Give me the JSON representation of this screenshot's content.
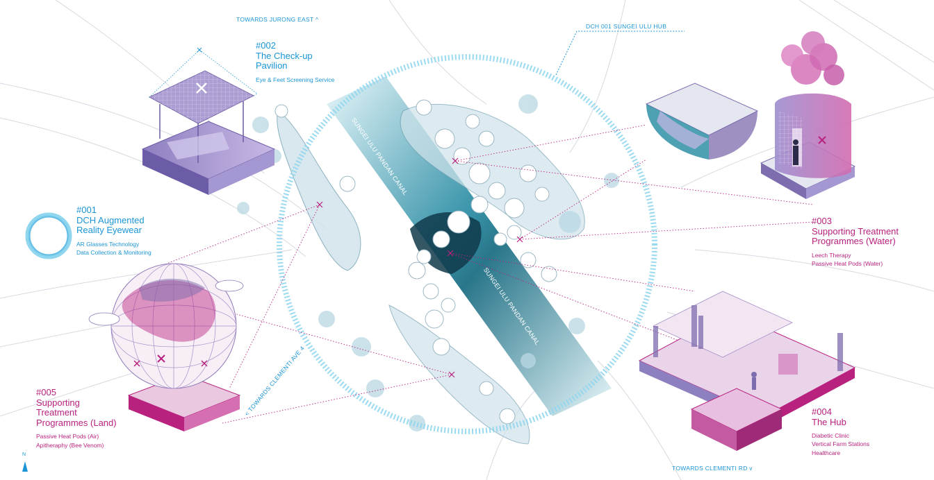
{
  "colors": {
    "blue": "#1b95d6",
    "teal": "#1f7f93",
    "magenta": "#b8217e",
    "purple": "#7d6cae",
    "light_blue": "#8fd6ee",
    "line_gray": "#c9ced6"
  },
  "directions": {
    "jurong_east": "TOWARDS JURONG EAST ^",
    "clementi_rd": "TOWARDS CLEMENTI RD v",
    "clementi_ave": "< TOWARDS CLEMENTI AVE 4",
    "north": "N"
  },
  "hub_tag": "DCH 001 SUNGEI ULU HUB",
  "canal_labels": [
    "SUNGEI ULU PANDAN CANAL",
    "SUNGEI ULU PANDAN CANAL"
  ],
  "items": {
    "i001": {
      "num": "#001",
      "title1": "DCH Augmented",
      "title2": "Reality Eyewear",
      "sub1": "AR Glasses Technology",
      "sub2": "Data Collection & Monitoring"
    },
    "i002": {
      "num": "#002",
      "title1": "The Check-up",
      "title2": "Pavilion",
      "sub1": "Eye & Feet Screening Service"
    },
    "i003": {
      "num": "#003",
      "title1": "Supporting Treatment",
      "title2": "Programmes (Water)",
      "sub1": "Leech Therapy",
      "sub2": "Passive Heat Pods (Water)"
    },
    "i004": {
      "num": "#004",
      "title1": "The Hub",
      "sub1": "Diabetic Clinic",
      "sub2": "Vertical Farm Stations",
      "sub3": "Healthcare"
    },
    "i005": {
      "num": "#005",
      "title1": "Supporting",
      "title2": "Treatment",
      "title3": "Programmes (Land)",
      "sub1": "Passive Heat Pods (Air)",
      "sub2": "Apitheraphy (Bee Venom)"
    }
  }
}
